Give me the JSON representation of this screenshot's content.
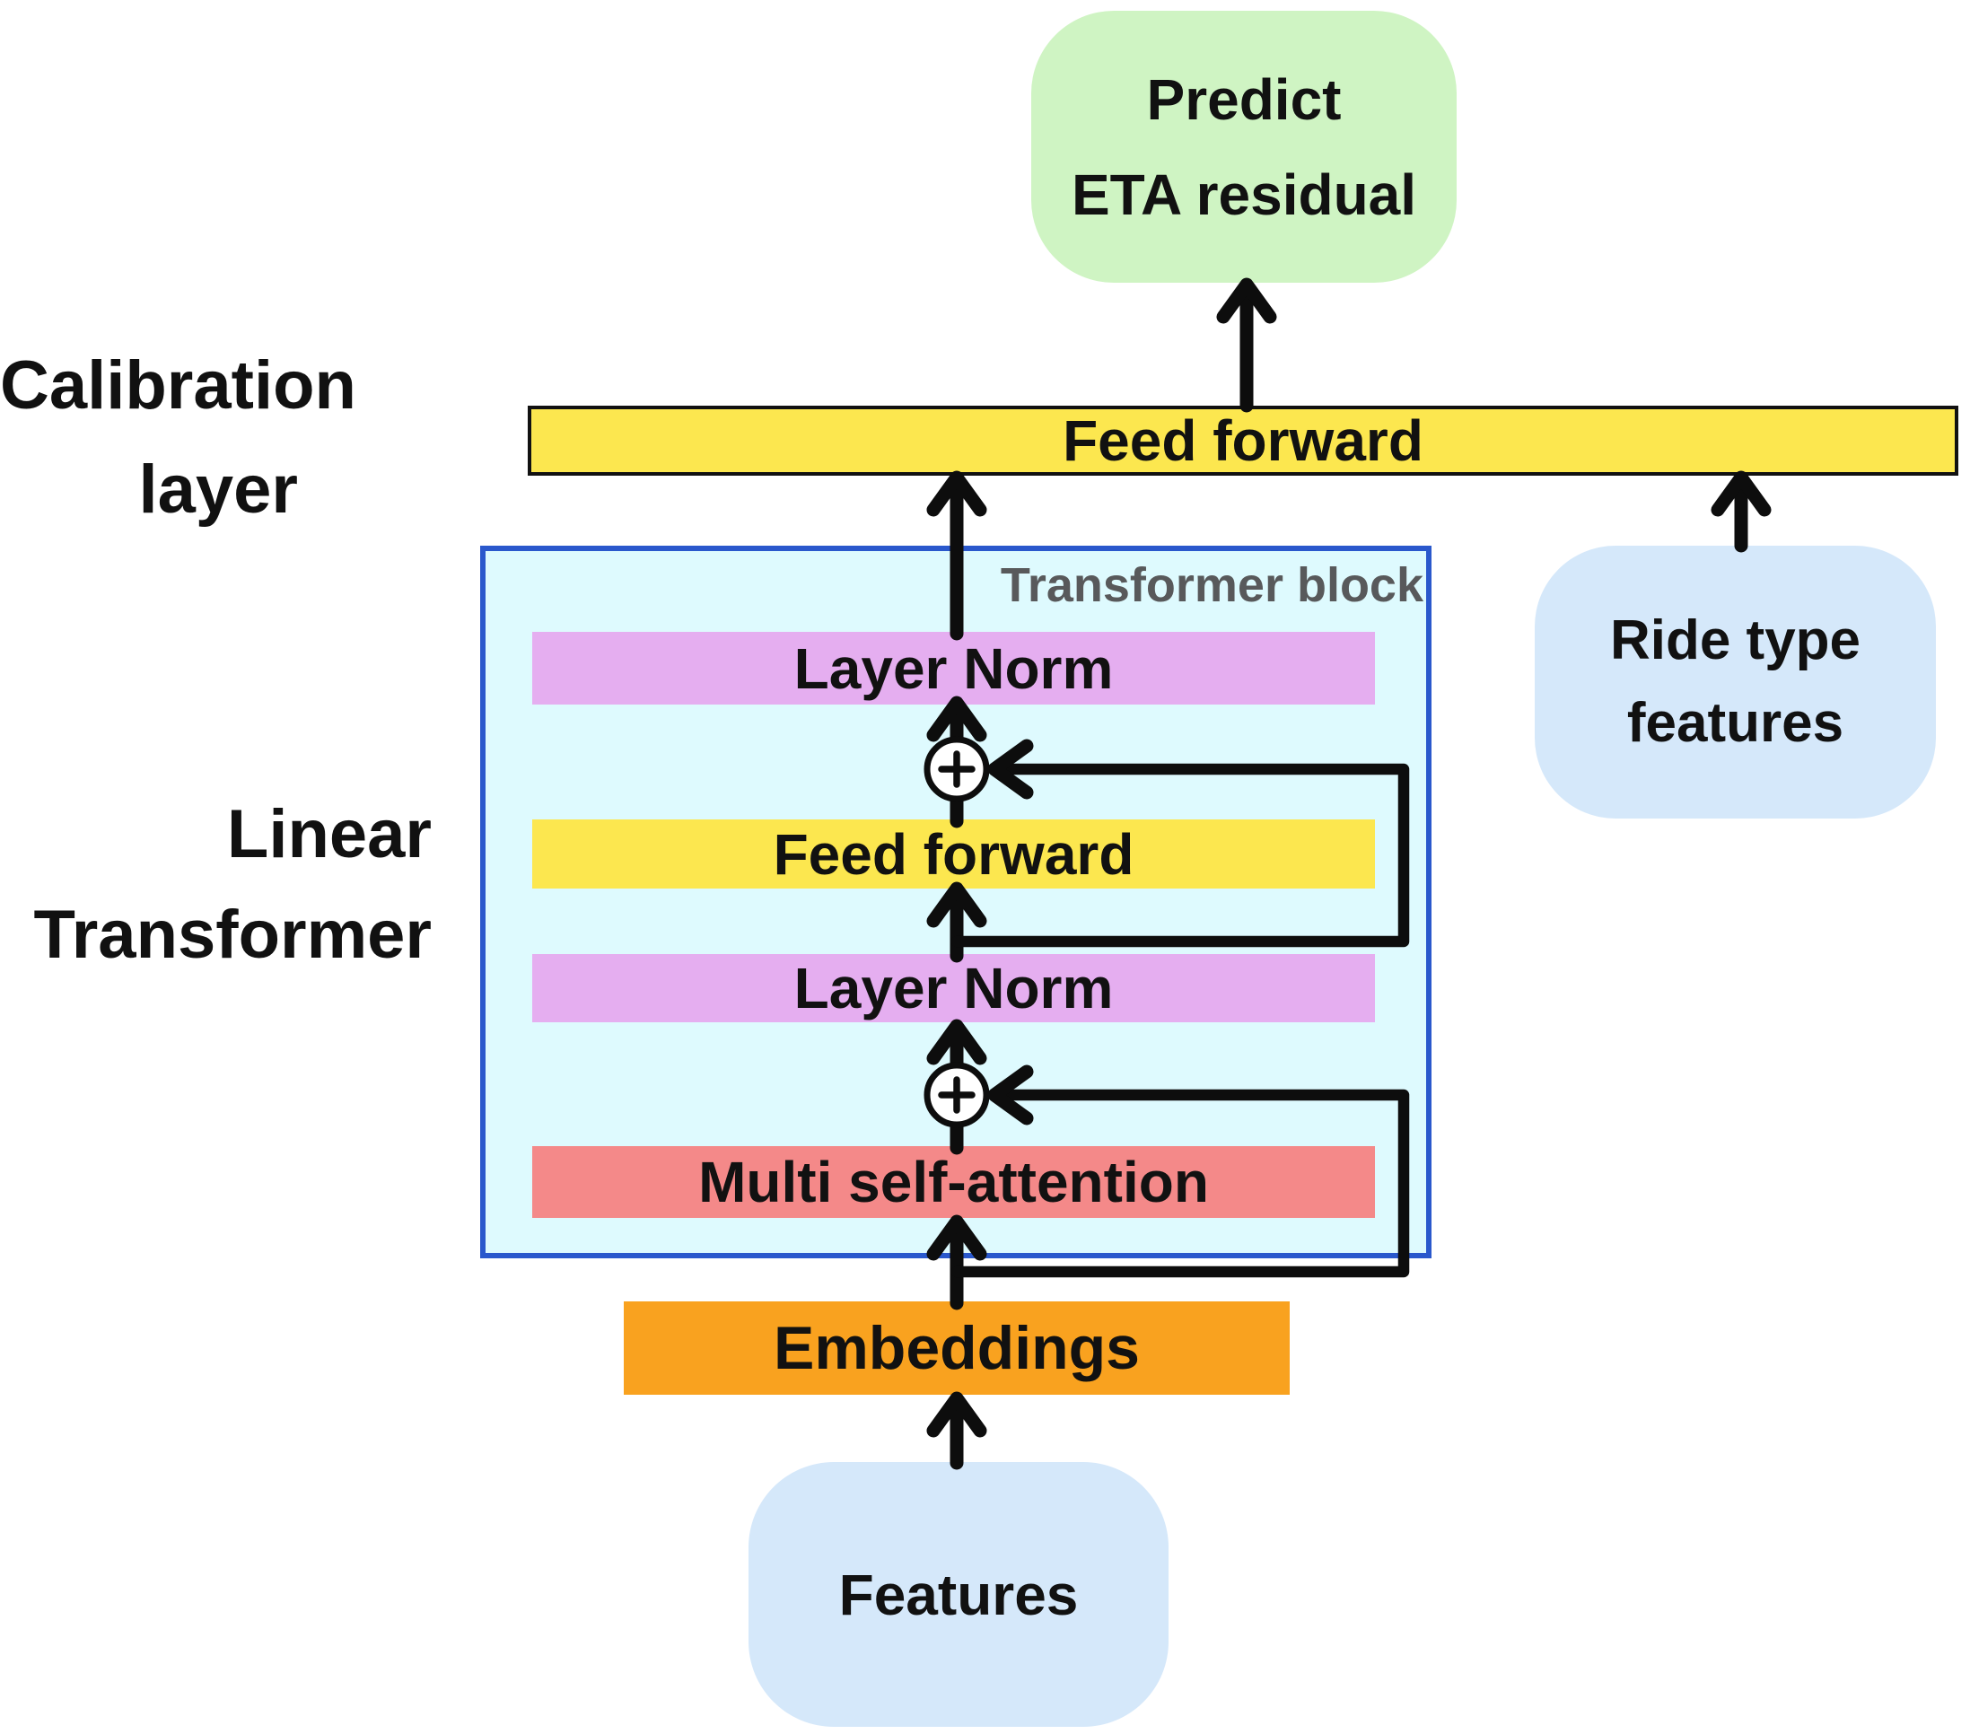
{
  "diagram": {
    "side_labels": {
      "calibration": {
        "line1": "Calibration",
        "line2": "layer"
      },
      "linear_transformer": {
        "line1": "Linear",
        "line2": "Transformer"
      }
    },
    "nodes": {
      "predict": {
        "line1": "Predict",
        "line2": "ETA residual"
      },
      "calibration_feed_forward": {
        "label": "Feed forward"
      },
      "transformer_block": {
        "label": "Transformer block"
      },
      "layer_norm_top": {
        "label": "Layer Norm"
      },
      "feed_forward_inner": {
        "label": "Feed forward"
      },
      "layer_norm_bottom": {
        "label": "Layer Norm"
      },
      "multi_self_attention": {
        "label": "Multi self-attention"
      },
      "embeddings": {
        "label": "Embeddings"
      },
      "features": {
        "label": "Features"
      },
      "ride_type": {
        "line1": "Ride type",
        "line2": "features"
      }
    },
    "icons": {
      "residual_add_top": "plus-circle",
      "residual_add_bottom": "plus-circle",
      "plus_symbol": "+"
    },
    "colors": {
      "background": "#FFFFFF",
      "green_bubble": "#CFF4C3",
      "blue_bubble": "#D5E8FA",
      "yellow_bar": "#FCE74F",
      "purple_bar": "#E5AEF0",
      "red_bar": "#F48989",
      "orange_bar": "#F9A21F",
      "block_fill": "#DEFAFE",
      "block_border": "#2A58CC",
      "arrow_black": "#0D0D0D",
      "gray_label": "#58595B"
    }
  }
}
